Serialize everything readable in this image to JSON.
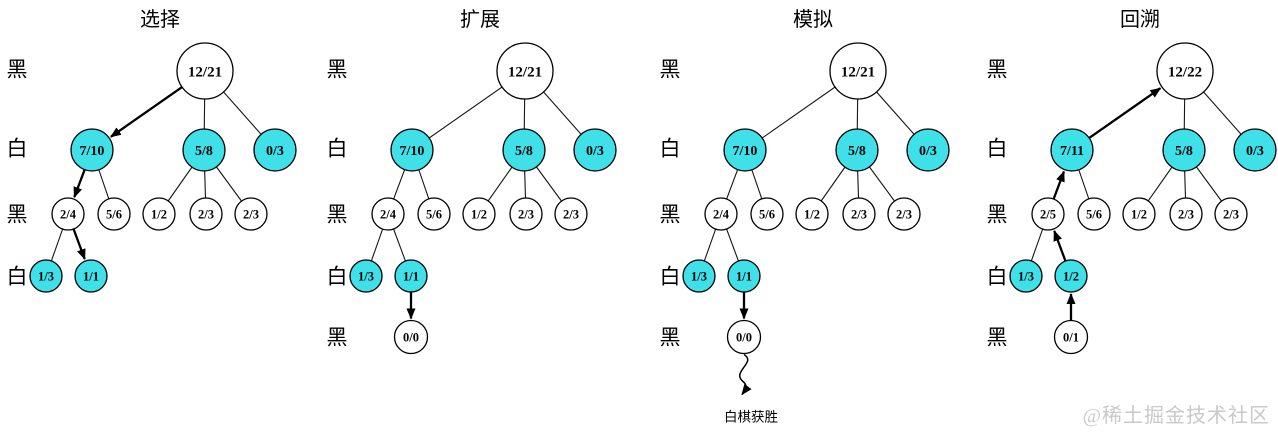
{
  "watermark": "@稀土掘金技术社区",
  "colors": {
    "highlight": "#3FE0E8",
    "node_fill": "#ffffff",
    "line": "#000000",
    "watermark_gray": "#c9c9c9"
  },
  "panels": [
    {
      "key": "selection",
      "title": "选择",
      "row_labels": [
        "黑",
        "白",
        "黑",
        "白"
      ],
      "nodes": [
        {
          "id": "root",
          "value": "12/21",
          "highlighted": false
        },
        {
          "id": "a",
          "value": "7/10",
          "highlighted": true
        },
        {
          "id": "b",
          "value": "5/8",
          "highlighted": true
        },
        {
          "id": "c",
          "value": "0/3",
          "highlighted": true
        },
        {
          "id": "a1",
          "value": "2/4",
          "highlighted": false
        },
        {
          "id": "a2",
          "value": "5/6",
          "highlighted": false
        },
        {
          "id": "b1",
          "value": "1/2",
          "highlighted": false
        },
        {
          "id": "b2",
          "value": "2/3",
          "highlighted": false
        },
        {
          "id": "b3",
          "value": "2/3",
          "highlighted": false
        },
        {
          "id": "aa1",
          "value": "1/3",
          "highlighted": true
        },
        {
          "id": "aa2",
          "value": "1/1",
          "highlighted": true
        }
      ],
      "edges": [
        [
          "root",
          "b"
        ],
        [
          "root",
          "c"
        ],
        [
          "a",
          "a2"
        ],
        [
          "b",
          "b1"
        ],
        [
          "b",
          "b2"
        ],
        [
          "b",
          "b3"
        ],
        [
          "a1",
          "aa1"
        ]
      ],
      "arrows": [
        [
          "root",
          "a"
        ],
        [
          "a",
          "a1"
        ],
        [
          "a1",
          "aa2"
        ]
      ]
    },
    {
      "key": "expansion",
      "title": "扩展",
      "row_labels": [
        "黑",
        "白",
        "黑",
        "白",
        "黑"
      ],
      "nodes": [
        {
          "id": "root",
          "value": "12/21",
          "highlighted": false
        },
        {
          "id": "a",
          "value": "7/10",
          "highlighted": true
        },
        {
          "id": "b",
          "value": "5/8",
          "highlighted": true
        },
        {
          "id": "c",
          "value": "0/3",
          "highlighted": true
        },
        {
          "id": "a1",
          "value": "2/4",
          "highlighted": false
        },
        {
          "id": "a2",
          "value": "5/6",
          "highlighted": false
        },
        {
          "id": "b1",
          "value": "1/2",
          "highlighted": false
        },
        {
          "id": "b2",
          "value": "2/3",
          "highlighted": false
        },
        {
          "id": "b3",
          "value": "2/3",
          "highlighted": false
        },
        {
          "id": "aa1",
          "value": "1/3",
          "highlighted": true
        },
        {
          "id": "aa2",
          "value": "1/1",
          "highlighted": true
        },
        {
          "id": "x",
          "value": "0/0",
          "highlighted": false
        }
      ],
      "edges": [
        [
          "root",
          "a"
        ],
        [
          "root",
          "b"
        ],
        [
          "root",
          "c"
        ],
        [
          "a",
          "a1"
        ],
        [
          "a",
          "a2"
        ],
        [
          "b",
          "b1"
        ],
        [
          "b",
          "b2"
        ],
        [
          "b",
          "b3"
        ],
        [
          "a1",
          "aa1"
        ],
        [
          "a1",
          "aa2"
        ]
      ],
      "arrows": [
        [
          "aa2",
          "x"
        ]
      ]
    },
    {
      "key": "simulation",
      "title": "模拟",
      "row_labels": [
        "黑",
        "白",
        "黑",
        "白",
        "黑"
      ],
      "nodes": [
        {
          "id": "root",
          "value": "12/21",
          "highlighted": false
        },
        {
          "id": "a",
          "value": "7/10",
          "highlighted": true
        },
        {
          "id": "b",
          "value": "5/8",
          "highlighted": true
        },
        {
          "id": "c",
          "value": "0/3",
          "highlighted": true
        },
        {
          "id": "a1",
          "value": "2/4",
          "highlighted": false
        },
        {
          "id": "a2",
          "value": "5/6",
          "highlighted": false
        },
        {
          "id": "b1",
          "value": "1/2",
          "highlighted": false
        },
        {
          "id": "b2",
          "value": "2/3",
          "highlighted": false
        },
        {
          "id": "b3",
          "value": "2/3",
          "highlighted": false
        },
        {
          "id": "aa1",
          "value": "1/3",
          "highlighted": true
        },
        {
          "id": "aa2",
          "value": "1/1",
          "highlighted": true
        },
        {
          "id": "x",
          "value": "0/0",
          "highlighted": false
        }
      ],
      "edges": [
        [
          "root",
          "a"
        ],
        [
          "root",
          "b"
        ],
        [
          "root",
          "c"
        ],
        [
          "a",
          "a1"
        ],
        [
          "a",
          "a2"
        ],
        [
          "b",
          "b1"
        ],
        [
          "b",
          "b2"
        ],
        [
          "b",
          "b3"
        ],
        [
          "a1",
          "aa1"
        ],
        [
          "a1",
          "aa2"
        ]
      ],
      "arrows": [
        [
          "aa2",
          "x"
        ]
      ],
      "result_label": "白棋获胜"
    },
    {
      "key": "backpropagation",
      "title": "回溯",
      "row_labels": [
        "黑",
        "白",
        "黑",
        "白",
        "黑"
      ],
      "nodes": [
        {
          "id": "root",
          "value": "12/22",
          "highlighted": false
        },
        {
          "id": "a",
          "value": "7/11",
          "highlighted": true
        },
        {
          "id": "b",
          "value": "5/8",
          "highlighted": true
        },
        {
          "id": "c",
          "value": "0/3",
          "highlighted": true
        },
        {
          "id": "a1",
          "value": "2/5",
          "highlighted": false
        },
        {
          "id": "a2",
          "value": "5/6",
          "highlighted": false
        },
        {
          "id": "b1",
          "value": "1/2",
          "highlighted": false
        },
        {
          "id": "b2",
          "value": "2/3",
          "highlighted": false
        },
        {
          "id": "b3",
          "value": "2/3",
          "highlighted": false
        },
        {
          "id": "aa1",
          "value": "1/3",
          "highlighted": true
        },
        {
          "id": "aa2",
          "value": "1/2",
          "highlighted": true
        },
        {
          "id": "x",
          "value": "0/1",
          "highlighted": false
        }
      ],
      "edges": [
        [
          "root",
          "b"
        ],
        [
          "root",
          "c"
        ],
        [
          "a",
          "a2"
        ],
        [
          "b",
          "b1"
        ],
        [
          "b",
          "b2"
        ],
        [
          "b",
          "b3"
        ],
        [
          "a1",
          "aa1"
        ]
      ],
      "arrows": [
        [
          "x",
          "aa2"
        ],
        [
          "aa2",
          "a1"
        ],
        [
          "a1",
          "a"
        ],
        [
          "a",
          "root"
        ]
      ]
    }
  ]
}
